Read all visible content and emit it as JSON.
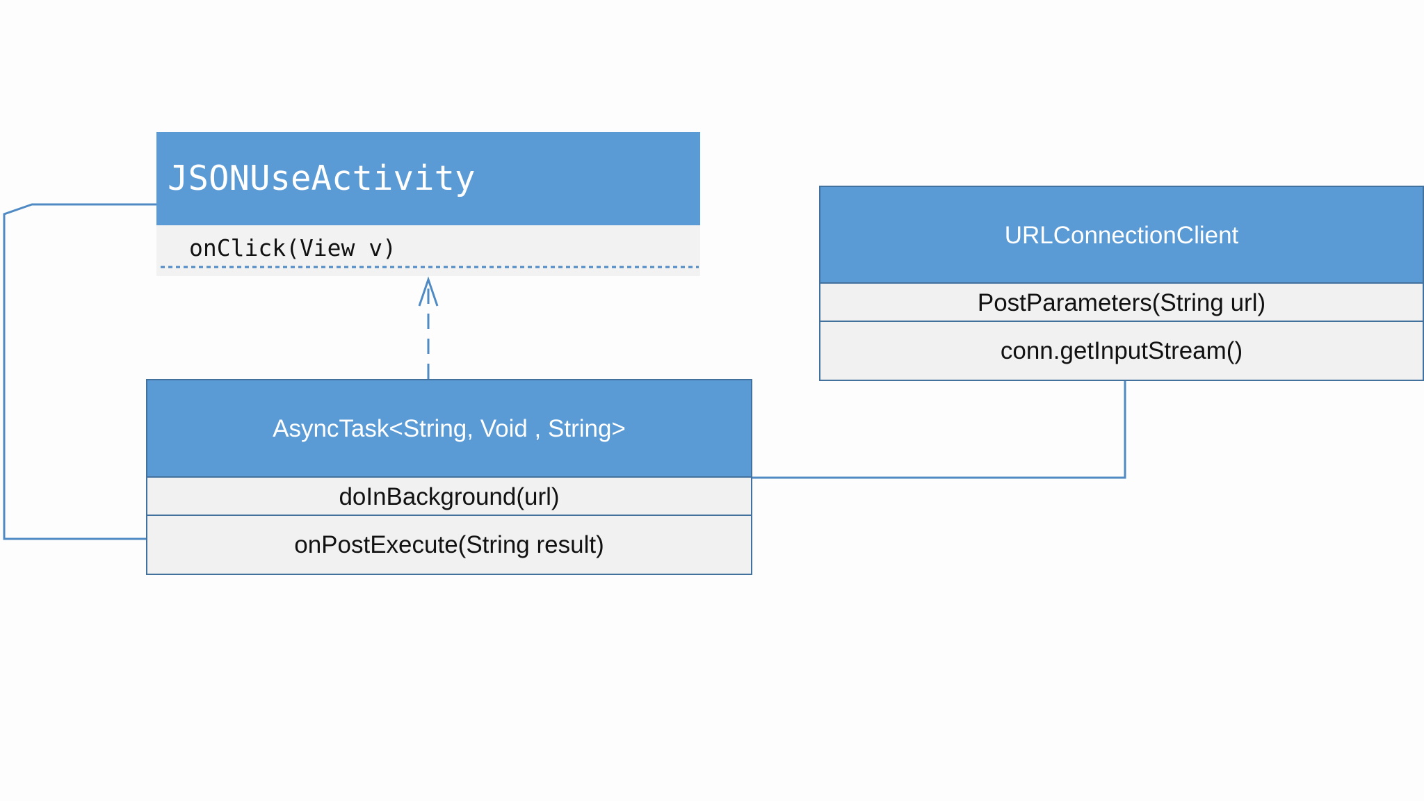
{
  "diagram": {
    "json_use_activity": {
      "name": "JSONUseActivity",
      "methods": [
        "onClick(View v)"
      ]
    },
    "async_task": {
      "name": "AsyncTask<String, Void , String>",
      "methods": [
        "doInBackground(url)",
        "onPostExecute(String result)"
      ]
    },
    "url_connection_client": {
      "name": "URLConnectionClient",
      "methods": [
        "PostParameters(String url)",
        "conn.getInputStream()"
      ]
    },
    "colors": {
      "header_fill": "#5b9bd5",
      "border": "#41719c",
      "method_fill": "#f1f1f1",
      "connector": "#4f8ac4"
    }
  }
}
